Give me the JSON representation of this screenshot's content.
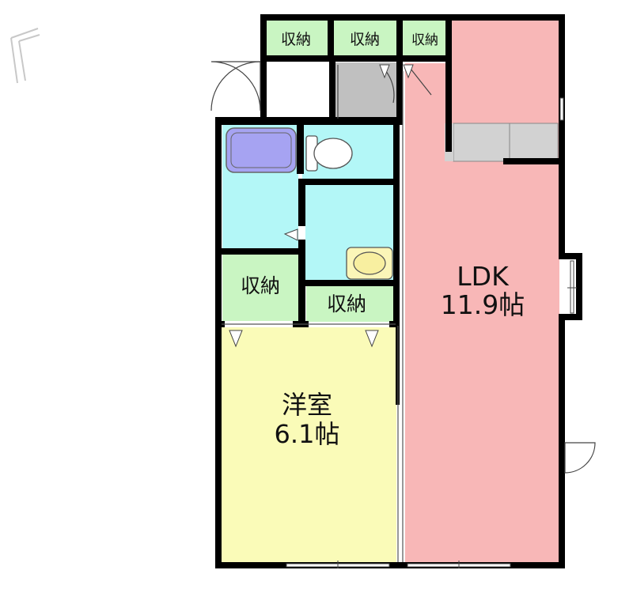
{
  "rooms": {
    "ldk": {
      "name": "LDK",
      "size": "11.9帖"
    },
    "western": {
      "name": "洋室",
      "size": "6.1帖"
    },
    "storage_top_1": "収納",
    "storage_top_2": "収納",
    "storage_top_3": "収納",
    "storage_mid_left": "収納",
    "storage_mid_right": "収納"
  },
  "colors": {
    "ldk": "#f8b7b7",
    "western": "#fafbb8",
    "storage": "#c9f5c2",
    "wet": "#b3f7f7",
    "bathtub": "#a6a3f2",
    "entrance": "#c0c0c0",
    "kitchen": "#d2d2d2",
    "wall": "#000000"
  }
}
